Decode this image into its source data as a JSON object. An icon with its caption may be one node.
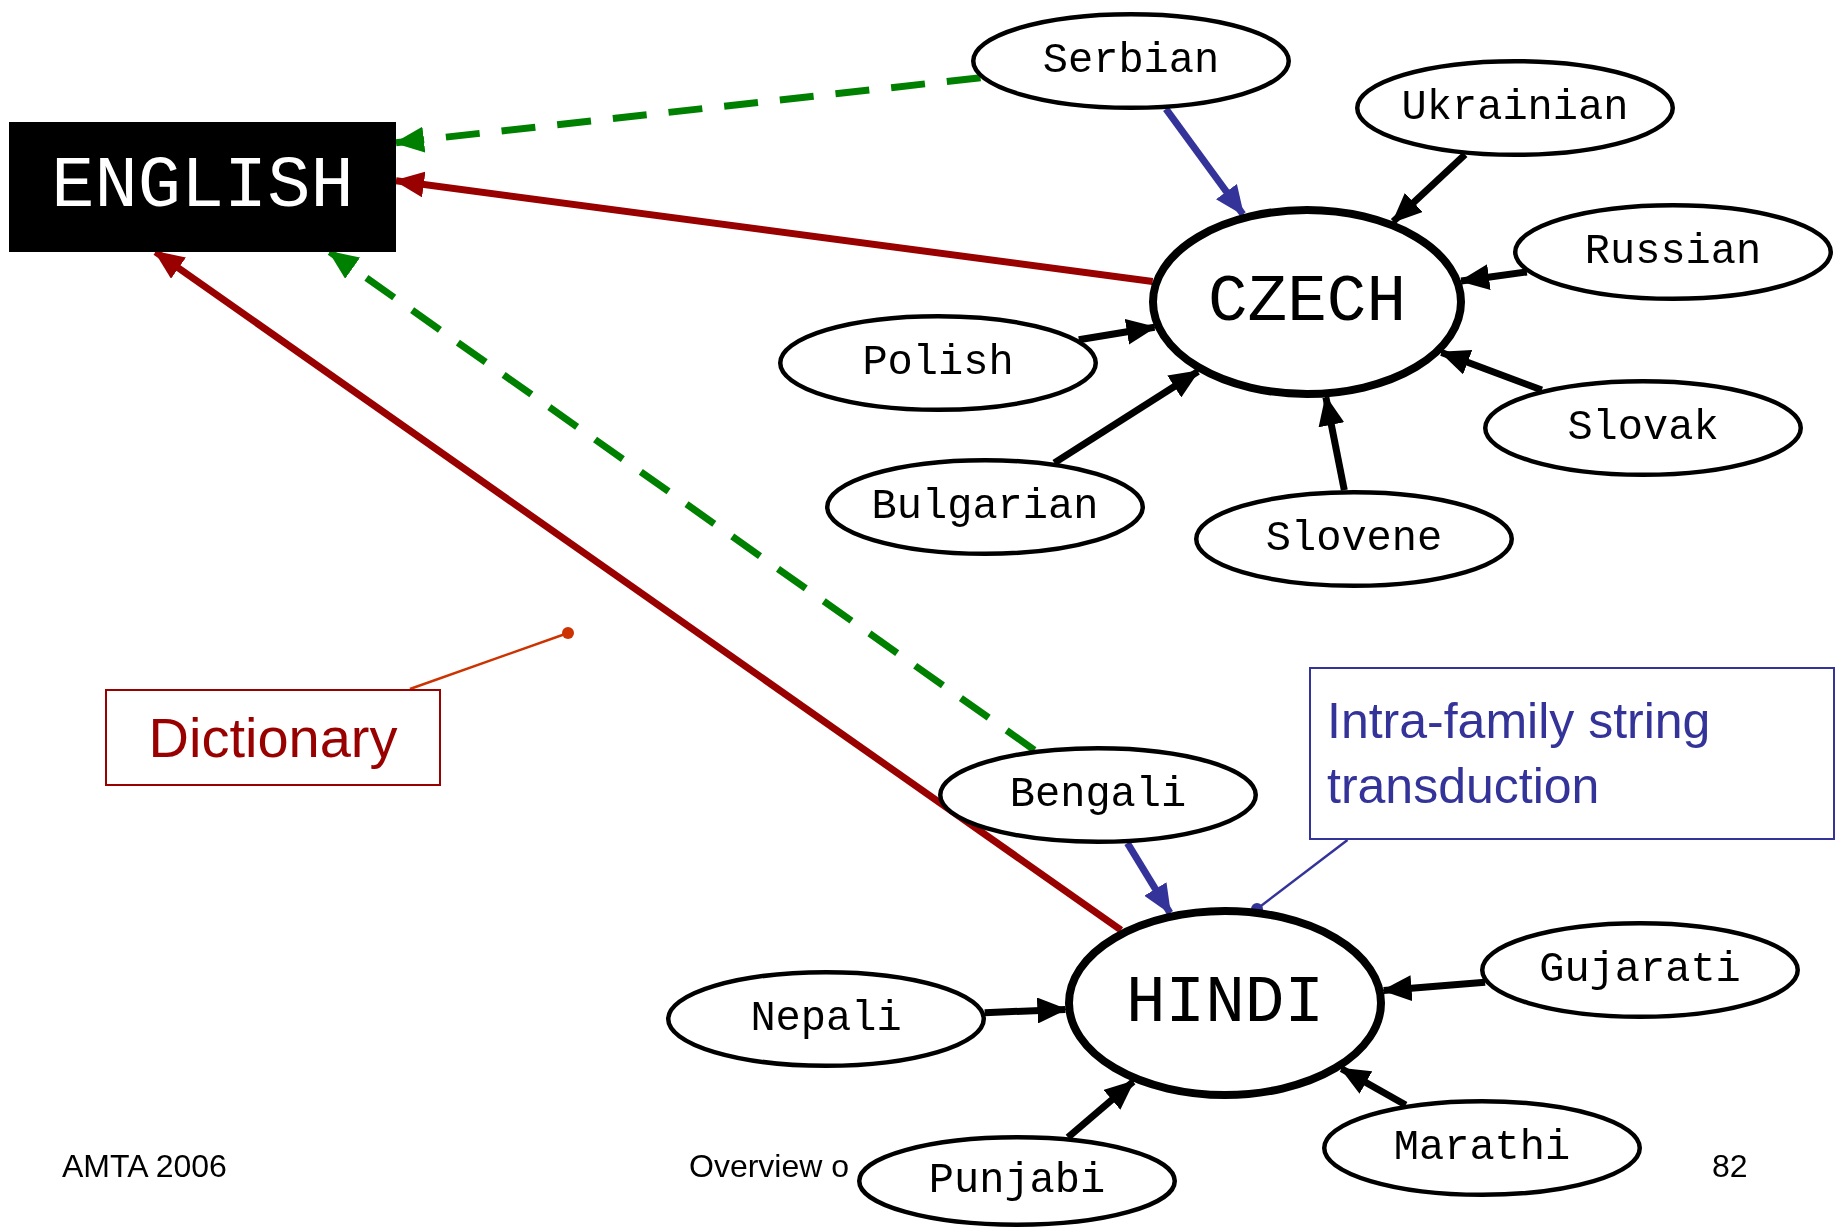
{
  "diagram": {
    "nodes": [
      {
        "text": [
          "ENGLISH"
        ]
      },
      {
        "text": [
          "Serbian"
        ]
      },
      {
        "text": [
          "Ukrainian"
        ]
      },
      {
        "text": [
          "CZECH"
        ]
      },
      {
        "text": [
          "Russian"
        ]
      },
      {
        "text": [
          "Polish"
        ]
      },
      {
        "text": [
          "Slovak"
        ]
      },
      {
        "text": [
          "Bulgarian"
        ]
      },
      {
        "text": [
          "Slovene"
        ]
      },
      {
        "text": [
          "Dictionary"
        ]
      },
      {
        "text": [
          "Intra-family string transduction"
        ]
      },
      {
        "text": [
          "Bengali"
        ]
      },
      {
        "text": [
          "HINDI"
        ]
      },
      {
        "text": [
          "Gujarati"
        ]
      },
      {
        "text": [
          "Nepali"
        ]
      },
      {
        "text": [
          "Marathi"
        ]
      },
      {
        "text": [
          "Punjabi"
        ]
      }
    ],
    "edges": [
      {
        "from": 1,
        "to": 0,
        "arrow": "to",
        "style": "dashed",
        "color": "#008000"
      },
      {
        "from": 1,
        "to": 3,
        "arrow": "to",
        "color": "#333399"
      },
      {
        "from": 2,
        "to": 3,
        "arrow": "to"
      },
      {
        "from": 4,
        "to": 3,
        "arrow": "to"
      },
      {
        "from": 5,
        "to": 3,
        "arrow": "to"
      },
      {
        "from": 6,
        "to": 3,
        "arrow": "to"
      },
      {
        "from": 7,
        "to": 3,
        "arrow": "to"
      },
      {
        "from": 8,
        "to": 3,
        "arrow": "to"
      },
      {
        "from": 3,
        "to": 0,
        "arrow": "to",
        "color": "#990000"
      },
      {
        "from": 12,
        "to": 0,
        "arrow": "to",
        "color": "#990000"
      },
      {
        "from": 11,
        "to": 0,
        "arrow": "to",
        "style": "dashed",
        "color": "#008000"
      },
      {
        "from": 11,
        "to": 12,
        "arrow": "to",
        "color": "#333399"
      },
      {
        "from": 14,
        "to": 12,
        "arrow": "to"
      },
      {
        "from": 13,
        "to": 12,
        "arrow": "to"
      },
      {
        "from": 15,
        "to": 12,
        "arrow": "to"
      },
      {
        "from": 16,
        "to": 12,
        "arrow": "to"
      },
      {
        "from": 9,
        "to": null,
        "arrow": "other",
        "color": "#cc3300"
      },
      {
        "from": 10,
        "to": 12,
        "arrow": "other",
        "color": "#333399"
      }
    ],
    "labels": [
      "AMTA 2006",
      "Overview o",
      "82"
    ]
  }
}
